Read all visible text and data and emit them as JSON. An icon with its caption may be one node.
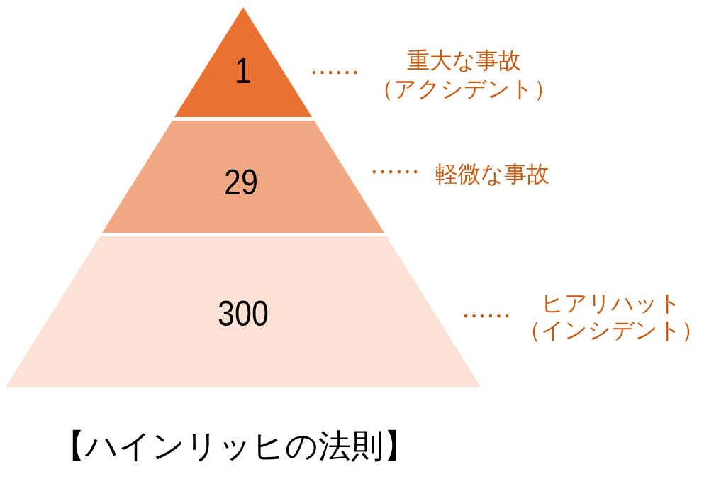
{
  "diagram": {
    "title": "【ハインリッヒの法則】",
    "nodes": [
      {
        "text": [
          "1"
        ],
        "beside": [
          "……",
          "重大な事故（アクシデント）"
        ]
      },
      {
        "text": [
          "29"
        ],
        "beside": [
          "……",
          "軽微な事故"
        ]
      },
      {
        "text": [
          "300"
        ],
        "beside": [
          "……",
          "ヒアリハット（インシデント）"
        ]
      }
    ]
  }
}
